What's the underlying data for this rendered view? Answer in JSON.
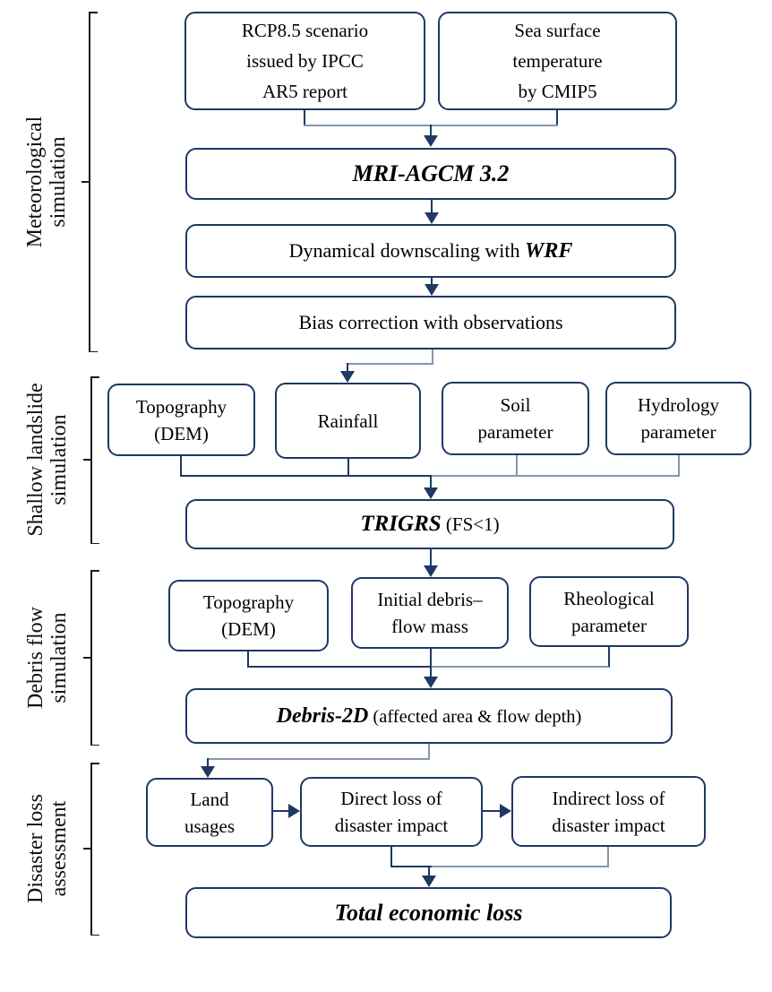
{
  "title": "Disaster simulation and loss assessment flowchart",
  "colors": {
    "box_border": "#1F3864",
    "connector_dark": "#1F3864",
    "connector_light": "#8496B0",
    "text": "#000000"
  },
  "sections": [
    {
      "line1": "Meteorological",
      "line2": "simulation"
    },
    {
      "line1": "Shallow landslide",
      "line2": "simulation"
    },
    {
      "line1": "Debris flow",
      "line2": "simulation"
    },
    {
      "line1": "Disaster loss",
      "line2": "assessment"
    }
  ],
  "boxes": {
    "rcp": {
      "line1": "RCP8.5 scenario",
      "line2": "issued by IPCC",
      "line3": "AR5 report"
    },
    "sst": {
      "line1": "Sea surface",
      "line2": "temperature",
      "line3": "by CMIP5"
    },
    "mri": {
      "text": "MRI-AGCM 3.2"
    },
    "wrf": {
      "prefix": "Dynamical downscaling with ",
      "emph": "WRF"
    },
    "bias": {
      "text": "Bias correction with observations"
    },
    "topo1": {
      "line1": "Topography",
      "line2": "(DEM)"
    },
    "rainfall": {
      "text": "Rainfall"
    },
    "soil": {
      "line1": "Soil",
      "line2": "parameter"
    },
    "hydrology": {
      "line1": "Hydrology",
      "line2": "parameter"
    },
    "trigrs": {
      "emph": "TRIGRS",
      "suffix": " (FS<1)"
    },
    "topo2": {
      "line1": "Topography",
      "line2": "(DEM)"
    },
    "initial": {
      "line1": "Initial debris–",
      "line2": "flow mass"
    },
    "rheology": {
      "line1": "Rheological",
      "line2": "parameter"
    },
    "debris2d": {
      "emph": "Debris-2D",
      "suffix": " (affected area & flow depth)"
    },
    "land": {
      "line1": "Land",
      "line2": "usages"
    },
    "direct": {
      "line1": "Direct loss of",
      "line2": "disaster impact"
    },
    "indirect": {
      "line1": "Indirect loss of",
      "line2": "disaster impact"
    },
    "total": {
      "text": "Total economic loss"
    }
  }
}
